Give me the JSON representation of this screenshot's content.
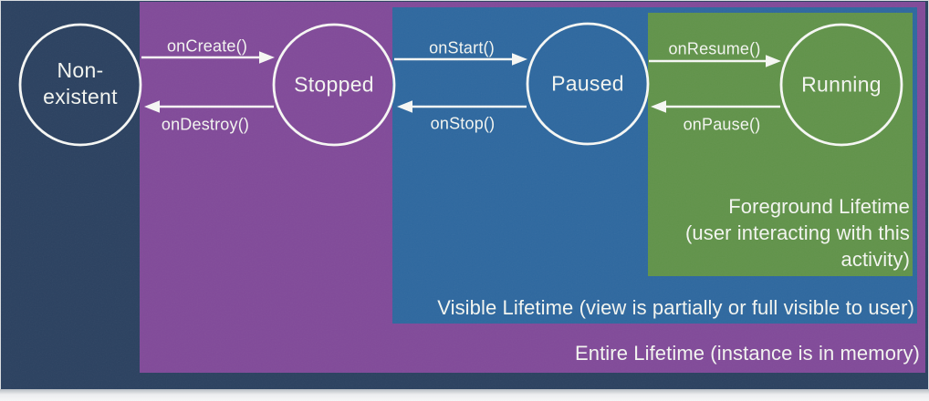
{
  "colors": {
    "slide_background": "#2b4160",
    "entire_lifetime_region": "#814a99",
    "visible_lifetime_region": "#2e689f",
    "foreground_lifetime_region": "#61934a",
    "stroke_and_text": "#f4f6f1",
    "page_strip": "#ecedef"
  },
  "states": [
    {
      "label": "Non-existent",
      "lines": [
        "Non-",
        "existent"
      ]
    },
    {
      "label": "Stopped"
    },
    {
      "label": "Paused"
    },
    {
      "label": "Running"
    }
  ],
  "transitions": [
    {
      "label": "onCreate()",
      "from": "Non-existent",
      "to": "Stopped"
    },
    {
      "label": "onDestroy()",
      "from": "Stopped",
      "to": "Non-existent"
    },
    {
      "label": "onStart()",
      "from": "Stopped",
      "to": "Paused"
    },
    {
      "label": "onStop()",
      "from": "Paused",
      "to": "Stopped"
    },
    {
      "label": "onResume()",
      "from": "Paused",
      "to": "Running"
    },
    {
      "label": "onPause()",
      "from": "Running",
      "to": "Paused"
    }
  ],
  "lifetimes": {
    "foreground": {
      "lines": [
        "Foreground Lifetime",
        "(user interacting with this",
        "activity)"
      ]
    },
    "visible": {
      "label": "Visible Lifetime (view is partially or full visible to user)"
    },
    "entire": {
      "label": "Entire Lifetime (instance is in memory)"
    }
  }
}
